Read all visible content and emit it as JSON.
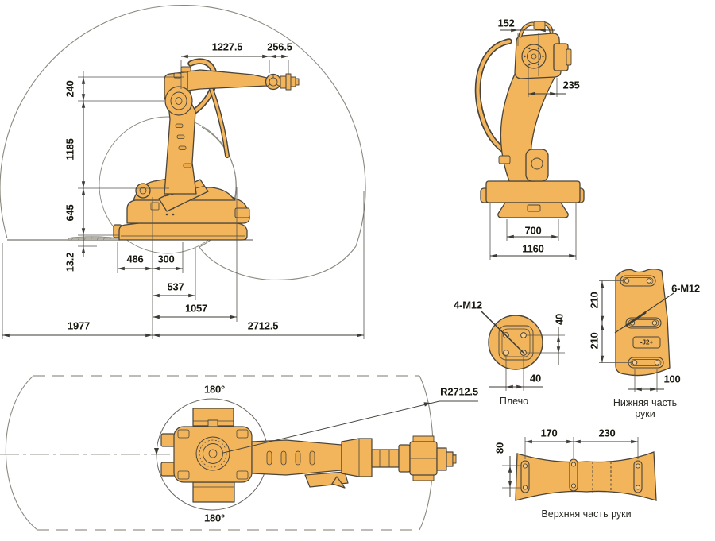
{
  "drawing_title": "robot-workspace-dimension-drawing",
  "colors": {
    "robot_fill": "#f2b55c",
    "robot_outline": "#4a443a",
    "dim_line": "#45443f",
    "envelope_line": "#8a887f",
    "dashed_line": "#97958c",
    "text": "#18170f"
  },
  "side": {
    "d1227_5": "1227.5",
    "d256_5": "256.5",
    "d240": "240",
    "d1185": "1185",
    "d645": "645",
    "d13_2": "13.2",
    "d486": "486",
    "d300": "300",
    "d537": "537",
    "d1057": "1057",
    "d1977": "1977",
    "d2712_5": "2712.5"
  },
  "front": {
    "d152": "152",
    "d235": "235",
    "d700": "700",
    "d1160": "1160"
  },
  "top": {
    "angle_top": "180°",
    "angle_bottom": "180°",
    "radius": "R2712.5"
  },
  "shoulder": {
    "bolt": "4-M12",
    "d40v": "40",
    "d40h": "40",
    "title": "Плечо"
  },
  "lower_arm": {
    "bolt": "6-M12",
    "d210a": "210",
    "d210b": "210",
    "d100": "100",
    "plate": "-J2+",
    "title1": "Нижняя часть",
    "title2": "руки"
  },
  "upper_arm": {
    "d170": "170",
    "d230": "230",
    "d80": "80",
    "title": "Верхняя часть руки"
  }
}
